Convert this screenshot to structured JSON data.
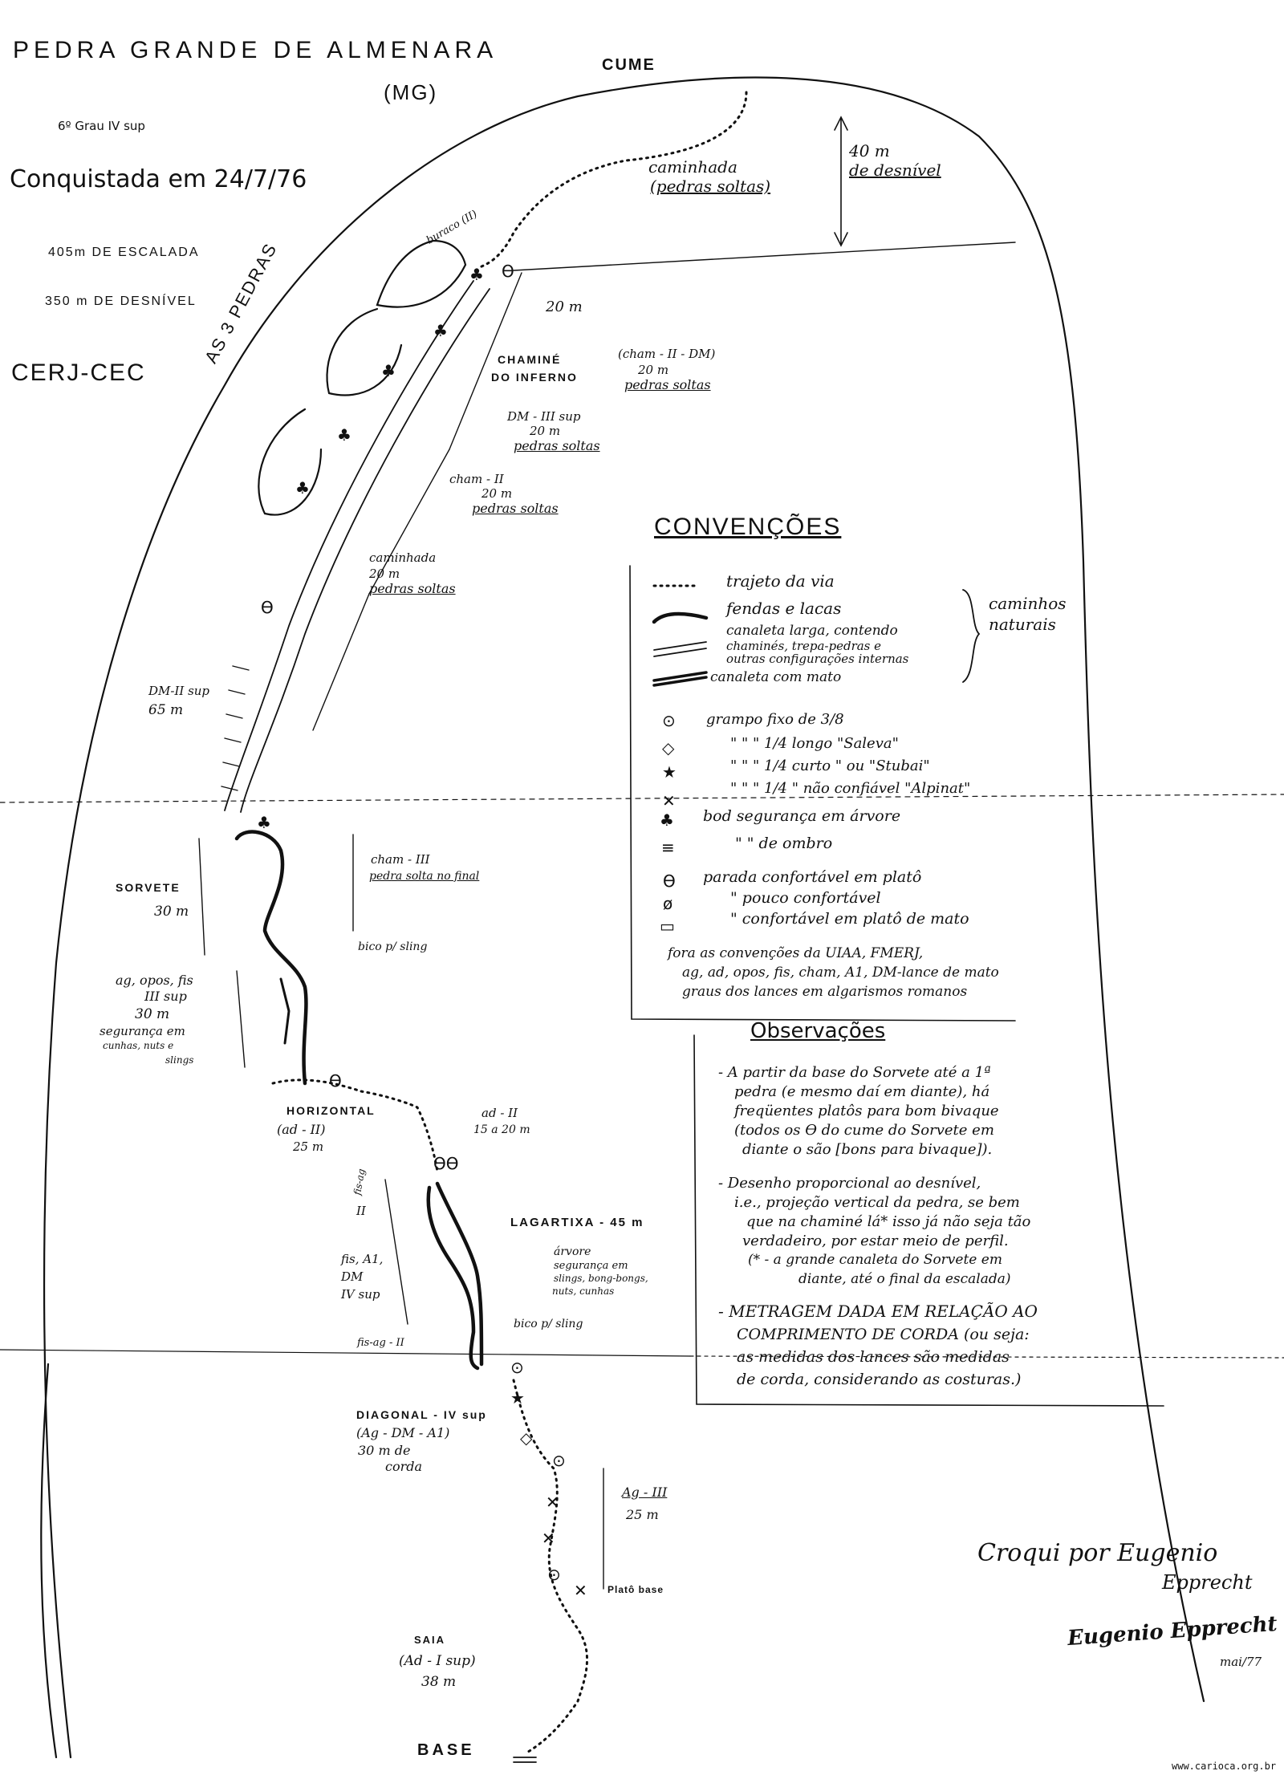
{
  "header": {
    "title": "PEDRA GRANDE DE ALMENARA",
    "state": "(MG)",
    "grade": "6º Grau IV sup",
    "conquest": "Conquistada em 24/7/76",
    "climb_length": "405m DE ESCALADA",
    "elevation": "350 m DE DESNÍVEL",
    "clubs": "CERJ-CEC"
  },
  "summit": {
    "label": "CUME",
    "walk_1": "caminhada",
    "walk_2": "(pedras soltas)",
    "height_1": "40 m",
    "height_2": "de desnível"
  },
  "route_labels": {
    "buraco": "buraco (II)",
    "tres_pedras": "AS 3 PEDRAS",
    "twenty_m": "20 m",
    "chamine_1": "CHAMINÉ",
    "chamine_2": "DO INFERNO",
    "cham_dm_1": "(cham - II - DM)",
    "cham_dm_2": "20 m",
    "cham_dm_3": "pedras soltas",
    "dm3_1": "DM - III sup",
    "dm3_2": "20 m",
    "dm3_3": "pedras soltas",
    "cham2_1": "cham - II",
    "cham2_2": "20 m",
    "cham2_3": "pedras soltas",
    "walk20_1": "caminhada",
    "walk20_2": "20 m",
    "walk20_3": "pedras soltas",
    "dm2_1": "DM-II sup",
    "dm2_2": "65 m",
    "sorvete_1": "SORVETE",
    "sorvete_2": "30 m",
    "cham3_1": "cham - III",
    "cham3_2": "pedra solta no final",
    "bico_1": "bico p/ sling",
    "ag_1": "ag, opos, fis",
    "ag_2": "III sup",
    "ag_3": "30 m",
    "ag_4": "segurança em",
    "ag_5": "cunhas, nuts e",
    "ag_6": "slings",
    "horiz_1": "HORIZONTAL",
    "horiz_2": "(ad - II)",
    "horiz_3": "25 m",
    "adii_1": "ad - II",
    "adii_2": "15 a 20 m",
    "fisag_1": "fis-ag",
    "fisag_2": "II",
    "fisa1_1": "fis, A1,",
    "fisa1_2": "DM",
    "fisa1_3": "IV sup",
    "fisag2": "fis-ag - II",
    "lagartixa": "LAGARTIXA - 45 m",
    "arvore_1": "árvore",
    "arvore_2": "segurança em",
    "arvore_3": "slings, bong-bongs,",
    "arvore_4": "nuts, cunhas",
    "bico_2": "bico p/ sling",
    "diag_1": "DIAGONAL - IV sup",
    "diag_2": "(Ag - DM - A1)",
    "diag_3": "30 m de",
    "diag_4": "corda",
    "ag3_1": "Ag - III",
    "ag3_2": "25 m",
    "plato": "Platô base",
    "saia_1": "SAIA",
    "saia_2": "(Ad - I sup)",
    "saia_3": "38 m",
    "base": "BASE"
  },
  "legend": {
    "title": "CONVENÇÕES",
    "items": [
      "trajeto da via",
      "fendas e lacas",
      "canaleta larga, contendo",
      "chaminés, trepa-pedras e",
      "outras configurações internas",
      "canaleta com mato"
    ],
    "brace_1": "caminhos",
    "brace_2": "naturais",
    "pins": [
      "grampo fixo de 3/8",
      "\"   \"   \" 1/4 longo \"Saleva\"",
      "\"   \"   \" 1/4 curto  \" ou \"Stubai\"",
      "\"   \"   \" 1/4 \" não confiável \"Alpinat\""
    ],
    "belay": [
      "bod segurança em árvore",
      "\"   \" de ombro"
    ],
    "stops": [
      "parada confortável em platô",
      "\"  pouco confortável",
      "\"  confortável em platô de mato"
    ],
    "notes": [
      "fora as convenções da UIAA, FMERJ,",
      "ag, ad, opos, fis, cham, A1, DM-lance de mato",
      "graus dos lances em algarismos romanos"
    ]
  },
  "observations": {
    "title": "Observações",
    "lines": [
      "- A partir da base do Sorvete até a 1ª",
      "pedra (e mesmo daí em diante), há",
      "freqüentes platôs para bom bivaque",
      "(todos os ϴ do cume do Sorvete em",
      "diante o são [bons para bivaque]).",
      "- Desenho proporcional ao desnível,",
      "i.e., projeção vertical da pedra, se bem",
      "que na chaminé lá* isso já não seja tão",
      "verdadeiro, por estar meio de perfil.",
      "(* - a grande canaleta do Sorvete em",
      "diante, até o final da escalada)",
      "- METRAGEM DADA EM RELAÇÃO AO",
      "COMPRIMENTO DE CORDA (ou seja:",
      "as medidas dos lances são medidas",
      "de corda, considerando as costuras.)"
    ]
  },
  "credits": {
    "line_1": "Croqui por Eugenio",
    "line_2": "Epprecht",
    "signature": "Eugenio Epprecht",
    "date": "mai/77",
    "website": "www.carioca.org.br"
  }
}
